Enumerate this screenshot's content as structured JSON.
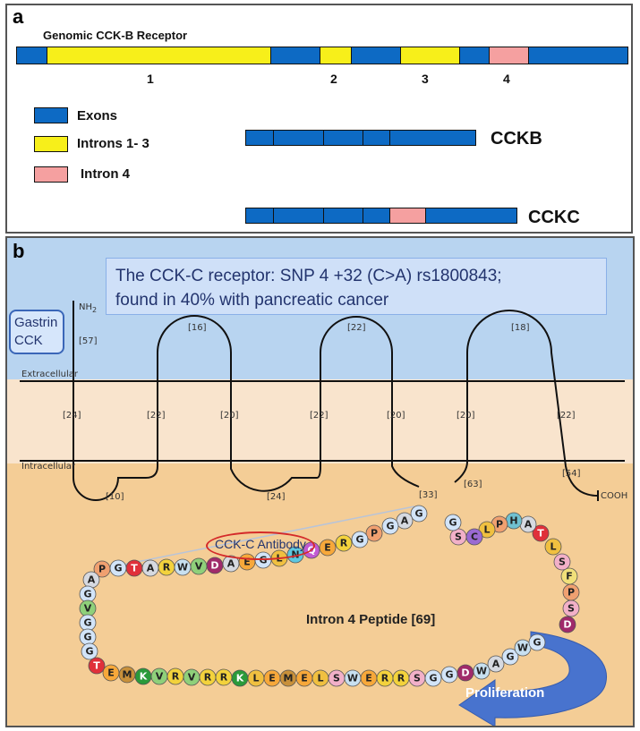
{
  "panel_a": {
    "letter": "a",
    "title": "Genomic CCK-B  Receptor",
    "segment_numbers": [
      "1",
      "2",
      "3",
      "4"
    ],
    "legend": [
      {
        "label": "Exons",
        "color": "#0d6ac4"
      },
      {
        "label": "Introns 1- 3",
        "color": "#f7ef1a"
      },
      {
        "label": "Intron 4",
        "color": "#f5a0a0"
      }
    ],
    "transcripts": [
      {
        "label": "CCKB"
      },
      {
        "label": "CCKC"
      }
    ]
  },
  "panel_b": {
    "letter": "b",
    "headline_line1": "The CCK-C receptor: SNP 4 +32 (C>A) rs1800843;",
    "headline_line2": "found in 40% with pancreatic cancer",
    "ligand_line1": "Gastrin",
    "ligand_line2": "CCK",
    "nh2": "NH",
    "nh2_sub": "2",
    "cooh": "COOH",
    "extracellular": "Extracellular",
    "intracellular": "Intracellular",
    "n_terminal": "[57]",
    "tm_counts": [
      "[24]",
      "[22]",
      "[20]",
      "[22]",
      "[20]",
      "[20]",
      "[22]"
    ],
    "extracellular_loops": [
      "[16]",
      "[22]",
      "[18]"
    ],
    "intracellular_loops": [
      "[10]",
      "[24]",
      "[33]",
      "[63]"
    ],
    "c_terminal": "[54]",
    "antibody_label": "CCK-C Antibody",
    "peptide_label": "Intron 4 Peptide [69]",
    "arrow_label": "Proliferation",
    "peptide_sequence": [
      "G",
      "A",
      "G",
      "P",
      "G",
      "R",
      "E",
      "Q",
      "N",
      "L",
      "G",
      "E",
      "A",
      "D",
      "V",
      "W",
      "R",
      "A",
      "T",
      "G",
      "P",
      "A",
      "G",
      "V",
      "G",
      "G",
      "G",
      "T",
      "E",
      "M",
      "K",
      "V",
      "R",
      "V",
      "R",
      "R",
      "K",
      "L",
      "E",
      "M",
      "E",
      "L",
      "S",
      "W",
      "E",
      "R",
      "R",
      "S",
      "G",
      "G",
      "D",
      "W",
      "A",
      "G",
      "W",
      "G",
      "D",
      "S",
      "P",
      "F",
      "S",
      "L",
      "T",
      "A",
      "H",
      "P",
      "L",
      "C",
      "S",
      "G"
    ]
  }
}
